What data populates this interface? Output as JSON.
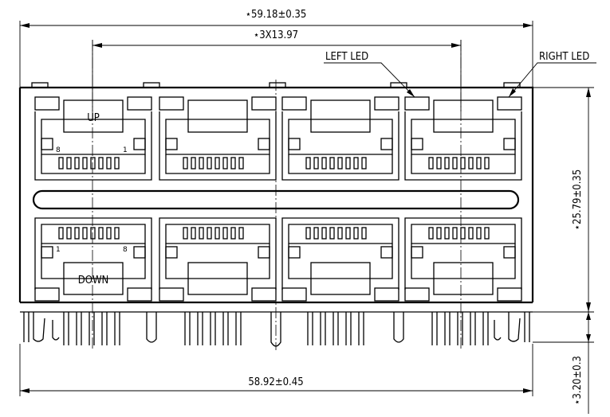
{
  "dimensions": {
    "overall_width": "⋆59.18±0.35",
    "pitch": "⋆3X13.97",
    "height": "⋆25.79±0.35",
    "base_width": "58.92±0.45",
    "pin_length": "⋆3.20±0.3"
  },
  "labels": {
    "left_led": "LEFT LED",
    "right_led": "RIGHT LED",
    "up": "UP",
    "down": "DOWN",
    "pin_8_top": "8",
    "pin_1_top": "1",
    "pin_1_bottom": "1",
    "pin_8_bottom": "8"
  }
}
